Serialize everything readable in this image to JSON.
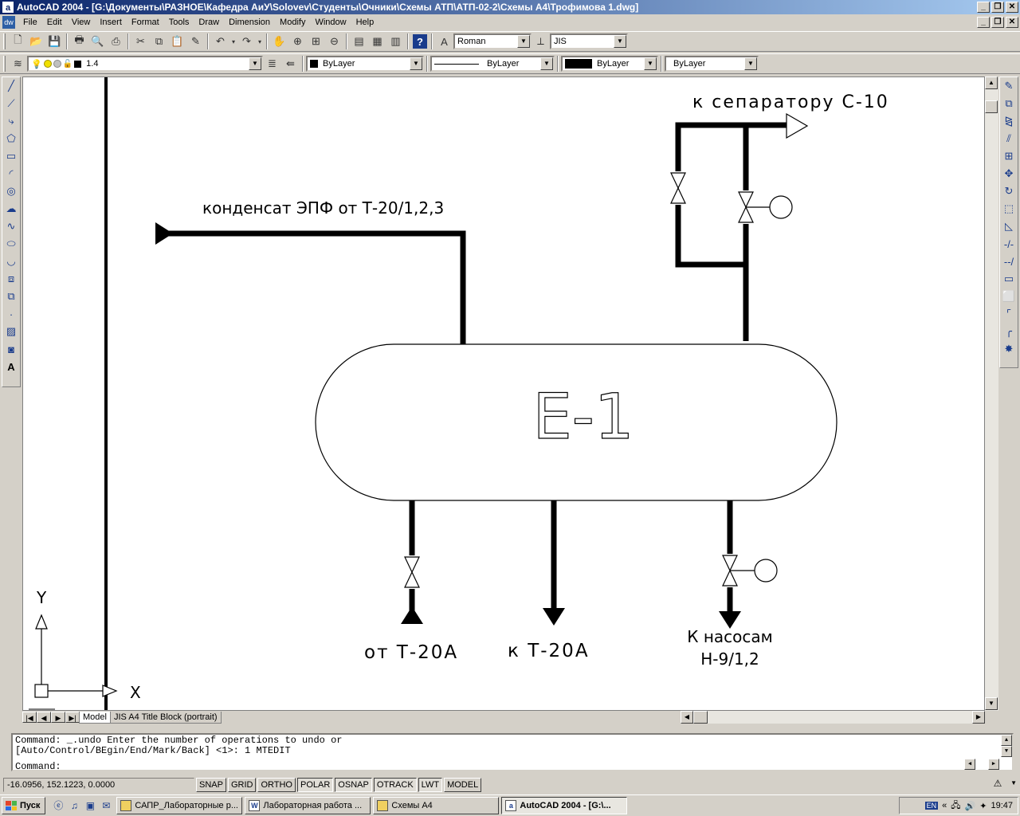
{
  "window": {
    "title": "AutoCAD 2004 - [G:\\Документы\\РАЗНОЕ\\Кафедра АиУ\\Solovev\\Студенты\\Очники\\Схемы АТП\\АТП-02-2\\Схемы А4\\Трофимова 1.dwg]",
    "app_icon": "autocad-icon"
  },
  "menu": {
    "items": [
      "File",
      "Edit",
      "View",
      "Insert",
      "Format",
      "Tools",
      "Draw",
      "Dimension",
      "Modify",
      "Window",
      "Help"
    ]
  },
  "toolbar": {
    "text_style": "Roman",
    "dim_style": "JIS",
    "layer": "1.4",
    "color": "ByLayer",
    "linetype": "ByLayer",
    "lineweight": "ByLayer",
    "plot_style": "ByLayer"
  },
  "drawing": {
    "label_condensate": "конденсат ЭПФ от Т-20/1,2,3",
    "label_separator": "к сепаратору С-10",
    "vessel_tag": "Е-1",
    "label_from_t20a": "от Т-20А",
    "label_to_t20a": "к Т-20А",
    "label_pumps_line1": "К насосам",
    "label_pumps_line2": "Н-9/1,2",
    "ucs_x": "X",
    "ucs_y": "Y"
  },
  "layout_tabs": [
    "Model",
    "JIS A4 Title Block (portrait)"
  ],
  "command": {
    "history_line1": "Command: _.undo Enter the number of operations to undo or",
    "history_line2": "[Auto/Control/BEgin/End/Mark/Back] <1>: 1 MTEDIT",
    "prompt": "Command:"
  },
  "status": {
    "coordinates": "-16.0956, 152.1223, 0.0000",
    "toggles": [
      "SNAP",
      "GRID",
      "ORTHO",
      "POLAR",
      "OSNAP",
      "OTRACK",
      "LWT",
      "MODEL"
    ]
  },
  "taskbar": {
    "start": "Пуск",
    "buttons": [
      "САПР_Лабораторные р...",
      "Лабораторная работа ...",
      "Схемы А4",
      "AutoCAD 2004 - [G:\\..."
    ],
    "lang": "EN",
    "clock": "19:47"
  }
}
